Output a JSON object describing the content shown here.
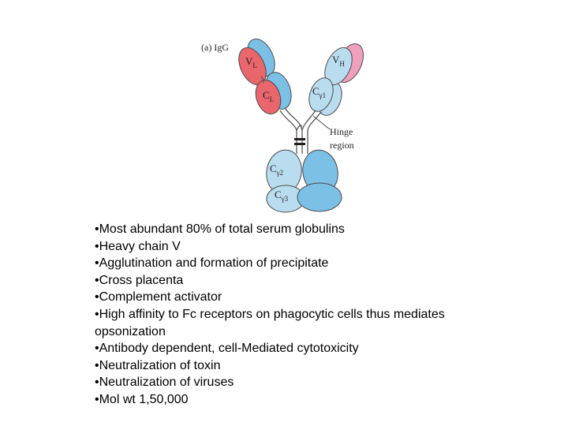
{
  "diagram": {
    "title": "(a) IgG",
    "labels": {
      "vl": "V",
      "vl_sub": "L",
      "cl": "C",
      "cl_sub": "L",
      "vh": "V",
      "vh_sub": "H",
      "cg1": "C",
      "cg1_sub": "γ1",
      "cg2": "C",
      "cg2_sub": "γ2",
      "cg3": "C",
      "cg3_sub": "γ3",
      "hinge_line1": "Hinge",
      "hinge_line2": "region"
    },
    "colors": {
      "light_chain": "#e8666c",
      "heavy_light_blue": "#b9dcef",
      "heavy_dark_blue": "#7cc0e6",
      "vh_pink": "#eea0bd",
      "outline": "#4a4a4a"
    }
  },
  "bullets": [
    "•Most abundant 80% of total serum globulins",
    "•Heavy chain V",
    "•Agglutination and formation of precipitate",
    "•Cross placenta",
    "•Complement activator",
    "•High affinity to Fc receptors on phagocytic cells thus mediates opsonization",
    "•Antibody dependent, cell-Mediated cytotoxicity",
    "•Neutralization of toxin",
    "•Neutralization of viruses",
    "•Mol wt 1,50,000"
  ]
}
